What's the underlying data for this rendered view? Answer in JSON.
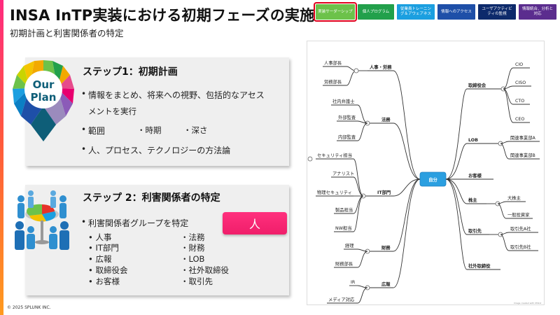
{
  "header": {
    "title": "INSA InTP実装における初期フェーズの実施",
    "subtitle": "初期計画と利害関係者の特定"
  },
  "nav_tabs": [
    {
      "label": "実装サーダーシップ",
      "color": "#6cc24a",
      "selected": true
    },
    {
      "label": "個人プログラム",
      "color": "#22a04b"
    },
    {
      "label": "従業員トレーニング＆アウェアネス",
      "color": "#1b9fe0"
    },
    {
      "label": "情報へのアクセス",
      "color": "#1e4fa8"
    },
    {
      "label": "ユーザアクティビティの監視",
      "color": "#0d2a6b"
    },
    {
      "label": "情報統合、分析と対応",
      "color": "#5b2d8e"
    }
  ],
  "step1": {
    "icon_text_1": "Our",
    "icon_text_2": "Plan",
    "heading": "ステップ1：初期計画",
    "bullet1_line1": "情報をまとめ、将来への視野、包括的なアセス",
    "bullet1_line2": "メントを実行",
    "scope_label": "範囲",
    "timing_label": "・時期",
    "depth_label": "・深さ",
    "bullet3": "人、プロセス、テクノロジーの方法論"
  },
  "step2": {
    "heading": "ステップ 2：利害関係者の特定",
    "bullet1": "利害関係者グループを特定",
    "badge": "人",
    "col1": [
      "• 人事",
      "• IT部門",
      "• 広報",
      "• 取締役会",
      "• お客様"
    ],
    "col2": [
      "・法務",
      "・財務",
      "・LOB",
      "・社外取締役",
      "・取引先"
    ]
  },
  "footer": "© 2025 SPLUNK INC.",
  "mindmap": {
    "center": "自分",
    "left_branches": [
      {
        "label": "人事・労務",
        "children": [
          "人事部長",
          "労務部長"
        ]
      },
      {
        "label": "法務",
        "children": [
          "社内弁護士",
          "外部監査",
          "内部監査"
        ]
      },
      {
        "label": "IT部門",
        "children": [
          "セキュリティ担当",
          "アナリスト",
          "物理セキュリティ",
          "製品担当",
          "NW担当"
        ]
      },
      {
        "label": "財務",
        "children": [
          "経理",
          "財務部長"
        ]
      },
      {
        "label": "広報",
        "children": [
          "IR",
          "メディア対応"
        ]
      }
    ],
    "right_branches": [
      {
        "label": "取締役会",
        "children": [
          "CIO",
          "CISO",
          "CTO",
          "CEO"
        ]
      },
      {
        "label": "LOB",
        "children": [
          "関連事業部A",
          "関連事業部B"
        ]
      },
      {
        "label": "お客様",
        "children": []
      },
      {
        "label": "株主",
        "children": [
          "大株主",
          "一般投資家"
        ]
      },
      {
        "label": "取引先",
        "children": [
          "取引先A社",
          "取引先B社"
        ]
      },
      {
        "label": "社外取締役",
        "children": []
      }
    ],
    "watermark": "Image created with XMind"
  },
  "colors": {
    "accent_pink": "#ff2f7d",
    "center_node": "#2b9fe0",
    "selected_outline": "#e0001b"
  }
}
